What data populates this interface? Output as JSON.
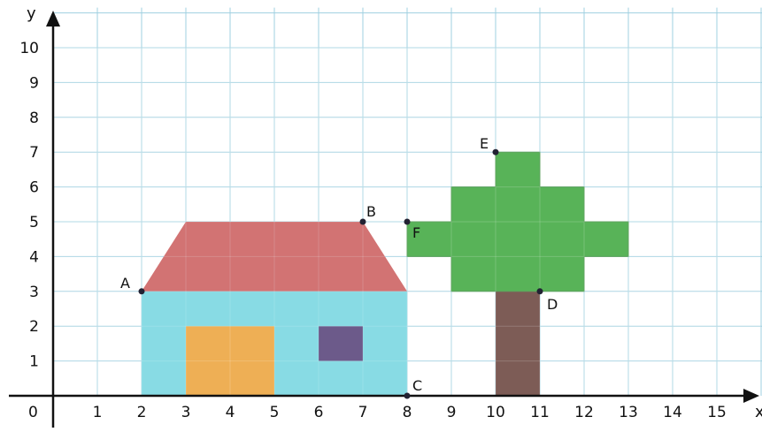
{
  "axes": {
    "x_label": "x",
    "y_label": "y",
    "origin_label": "0",
    "x_ticks": [
      "1",
      "2",
      "3",
      "4",
      "5",
      "6",
      "7",
      "8",
      "9",
      "10",
      "11",
      "12",
      "13",
      "14",
      "15"
    ],
    "y_ticks": [
      "1",
      "2",
      "3",
      "4",
      "5",
      "6",
      "7",
      "8",
      "9",
      "10"
    ],
    "xlim": [
      0,
      16
    ],
    "ylim": [
      0,
      11
    ],
    "grid": true
  },
  "colors": {
    "grid": "#9fd0e0",
    "axis": "#111111",
    "roof": "#d06c6c",
    "wall": "#82d9e3",
    "door": "#eeaf55",
    "window": "#6c5a8a",
    "foliage": "#58b358",
    "foliage_edge": "#3d8f3d",
    "trunk": "#7d5c56",
    "point": "#222233"
  },
  "shapes": {
    "wall": [
      [
        2,
        0
      ],
      [
        8,
        0
      ],
      [
        8,
        3
      ],
      [
        2,
        3
      ]
    ],
    "roof": [
      [
        2,
        3
      ],
      [
        8,
        3
      ],
      [
        7,
        5
      ],
      [
        3,
        5
      ]
    ],
    "door": [
      [
        3,
        0
      ],
      [
        5,
        0
      ],
      [
        5,
        2
      ],
      [
        3,
        2
      ]
    ],
    "window": [
      [
        6,
        1
      ],
      [
        7,
        1
      ],
      [
        7,
        2
      ],
      [
        6,
        2
      ]
    ],
    "trunk": [
      [
        10,
        0
      ],
      [
        11,
        0
      ],
      [
        11,
        3
      ],
      [
        10,
        3
      ]
    ],
    "foliage": [
      [
        9,
        3
      ],
      [
        12,
        3
      ],
      [
        12,
        4
      ],
      [
        13,
        4
      ],
      [
        13,
        5
      ],
      [
        12,
        5
      ],
      [
        12,
        6
      ],
      [
        11,
        6
      ],
      [
        11,
        7
      ],
      [
        10,
        7
      ],
      [
        10,
        6
      ],
      [
        9,
        6
      ],
      [
        9,
        5
      ],
      [
        8,
        5
      ],
      [
        8,
        4
      ],
      [
        9,
        4
      ]
    ]
  },
  "points": [
    {
      "label": "A",
      "x": 2,
      "y": 3
    },
    {
      "label": "B",
      "x": 7,
      "y": 5
    },
    {
      "label": "C",
      "x": 8,
      "y": 0
    },
    {
      "label": "D",
      "x": 11,
      "y": 3
    },
    {
      "label": "E",
      "x": 10,
      "y": 7
    },
    {
      "label": "F",
      "x": 8,
      "y": 5
    }
  ]
}
